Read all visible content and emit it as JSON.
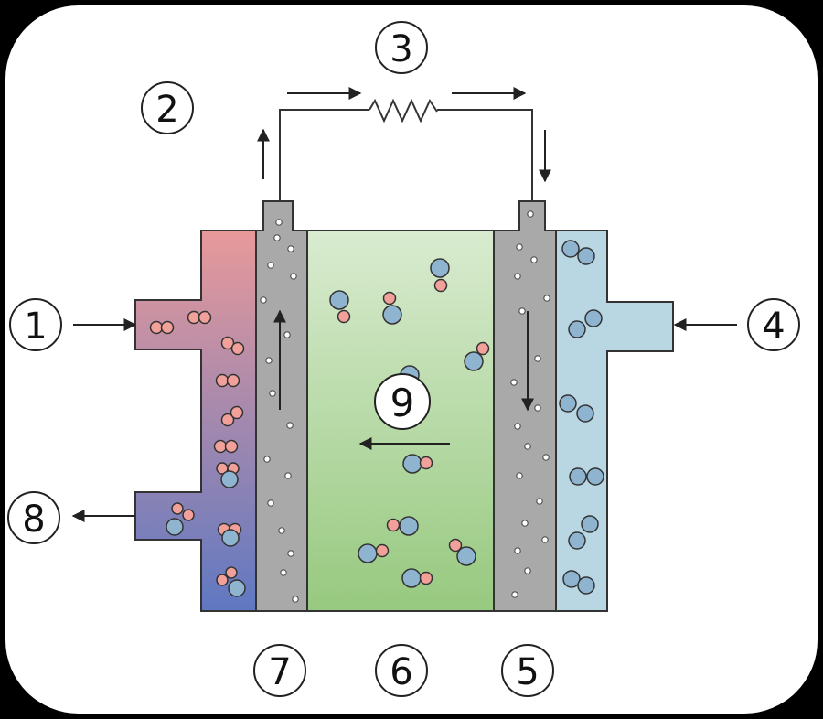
{
  "diagram": {
    "labels": [
      {
        "id": "1",
        "text": "1"
      },
      {
        "id": "2",
        "text": "2"
      },
      {
        "id": "3",
        "text": "3"
      },
      {
        "id": "4",
        "text": "4"
      },
      {
        "id": "5",
        "text": "5"
      },
      {
        "id": "6",
        "text": "6"
      },
      {
        "id": "7",
        "text": "7"
      },
      {
        "id": "8",
        "text": "8"
      },
      {
        "id": "9",
        "text": "9"
      }
    ],
    "colors": {
      "background": "#000000",
      "card": "#ffffff",
      "hydrogen_top": "#e8999a",
      "hydrogen_bottom": "#5f78c2",
      "electrode": "#a9a9a9",
      "electrolyte_top": "#d9ebd0",
      "electrolyte_bottom": "#97c97f",
      "oxygen_side": "#b9d6e3",
      "molecule_blue": "#8fb4cf",
      "molecule_pink": "#f2a09a",
      "line": "#222222"
    },
    "icons": [
      "arrow-icon",
      "resistor-icon",
      "h2-molecule-icon",
      "o2-molecule-icon",
      "water-molecule-icon"
    ]
  }
}
